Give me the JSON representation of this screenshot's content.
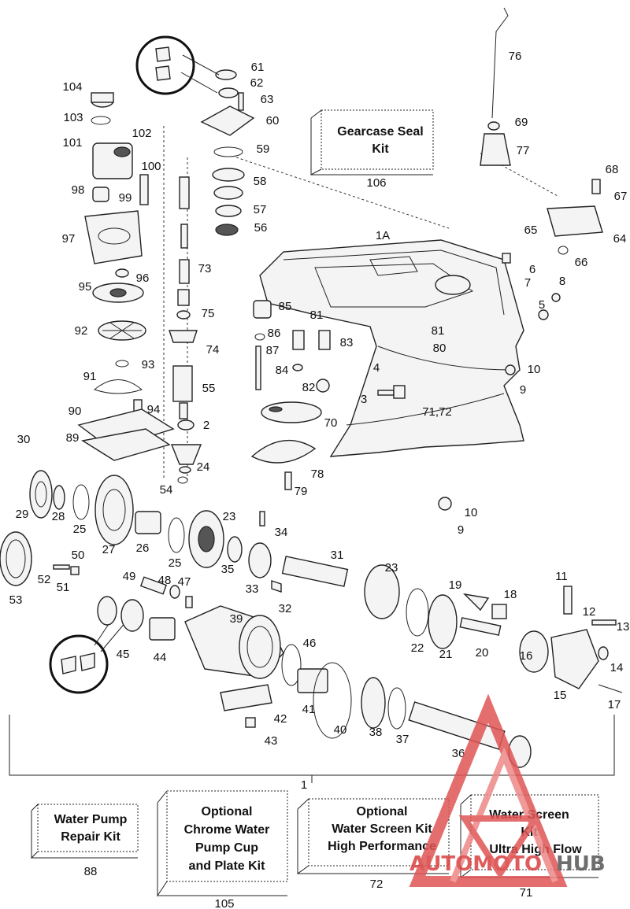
{
  "parts": [
    "1",
    "1A",
    "2",
    "3",
    "4",
    "5",
    "6",
    "7",
    "8",
    "9",
    "10",
    "11",
    "12",
    "13",
    "14",
    "15",
    "16",
    "17",
    "18",
    "19",
    "20",
    "21",
    "22",
    "23",
    "24",
    "25",
    "26",
    "27",
    "28",
    "29",
    "30",
    "31",
    "32",
    "33",
    "34",
    "35",
    "36",
    "37",
    "38",
    "39",
    "40",
    "41",
    "42",
    "43",
    "44",
    "45",
    "46",
    "47",
    "48",
    "49",
    "50",
    "51",
    "52",
    "53",
    "54",
    "55",
    "56",
    "57",
    "58",
    "59",
    "60",
    "61",
    "62",
    "63",
    "64",
    "65",
    "66",
    "67",
    "68",
    "69",
    "70",
    "71,72",
    "73",
    "74",
    "75",
    "76",
    "77",
    "78",
    "79",
    "80",
    "81",
    "82",
    "83",
    "84",
    "85",
    "86",
    "87",
    "88",
    "89",
    "90",
    "91",
    "92",
    "93",
    "94",
    "95",
    "96",
    "97",
    "98",
    "99",
    "100",
    "101",
    "102",
    "103",
    "104",
    "105",
    "106"
  ],
  "kits": {
    "gearcase_seal": {
      "line1": "Gearcase Seal",
      "line2": "Kit",
      "number": "106"
    },
    "water_pump": {
      "line1": "Water Pump",
      "line2": "Repair Kit",
      "number": "88"
    },
    "chrome_cup": {
      "line1": "Optional",
      "line2": "Chrome Water",
      "line3": "Pump Cup",
      "line4": "and Plate Kit",
      "number": "105"
    },
    "screen_hp": {
      "line1": "Optional",
      "line2": "Water Screen Kit",
      "line3": "High Performance",
      "number": "72"
    },
    "screen_uhf": {
      "line1": "Water Screen",
      "line2": "Kit",
      "line3": "Ultra High Flow",
      "number": "71"
    }
  },
  "watermark": {
    "word1": "AUTOMOTO",
    "word2": "HUB",
    "color1": "#d94040",
    "color2": "#555555"
  }
}
